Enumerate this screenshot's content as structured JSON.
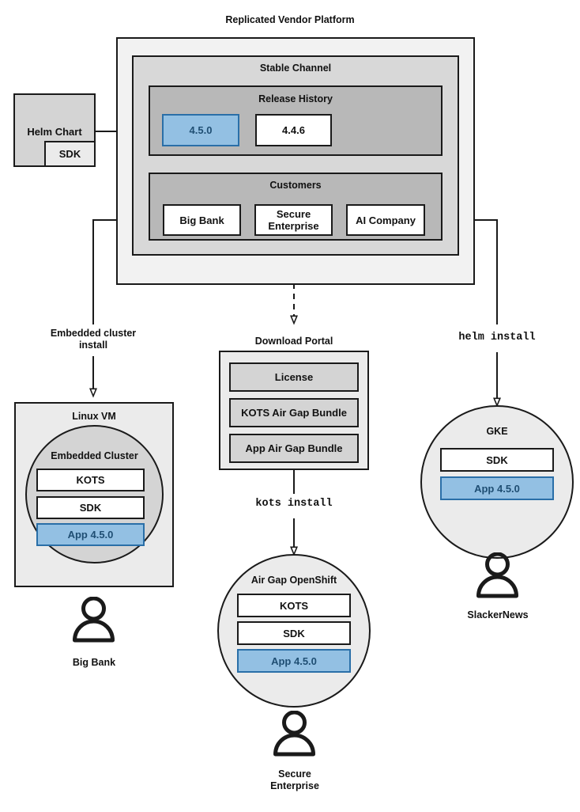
{
  "diagram": {
    "title": "Replicated Vendor Platform",
    "platform": {
      "channel_label": "Stable Channel",
      "release_history": {
        "label": "Release History",
        "releases": [
          {
            "version": "4.5.0",
            "highlighted": true
          },
          {
            "version": "4.4.6",
            "highlighted": false
          }
        ]
      },
      "customers": {
        "label": "Customers",
        "items": [
          "Big Bank",
          "Secure\nEnterprise",
          "AI Company"
        ]
      }
    },
    "helm_chart": {
      "label": "Helm Chart",
      "sub_label": "SDK"
    },
    "edges": {
      "embedded_install": "Embedded cluster\ninstall",
      "helm_install": "helm install",
      "kots_install": "kots install"
    },
    "linux_vm": {
      "label": "Linux VM",
      "cluster_label": "Embedded Cluster",
      "components": [
        {
          "label": "KOTS",
          "highlighted": false
        },
        {
          "label": "SDK",
          "highlighted": false
        },
        {
          "label": "App 4.5.0",
          "highlighted": true
        }
      ],
      "persona": "Big Bank"
    },
    "download_portal": {
      "label": "Download Portal",
      "items": [
        "License",
        "KOTS Air Gap Bundle",
        "App Air Gap Bundle"
      ]
    },
    "airgap_openshift": {
      "label": "Air Gap OpenShift",
      "components": [
        {
          "label": "KOTS",
          "highlighted": false
        },
        {
          "label": "SDK",
          "highlighted": false
        },
        {
          "label": "App 4.5.0",
          "highlighted": true
        }
      ],
      "persona": "Secure\nEnterprise"
    },
    "gke": {
      "label": "GKE",
      "components": [
        {
          "label": "SDK",
          "highlighted": false
        },
        {
          "label": "App 4.5.0",
          "highlighted": true
        }
      ],
      "persona": "SlackerNews"
    },
    "colors": {
      "accent_blue_fill": "#93c0e3",
      "accent_blue_border": "#2a6fa8",
      "accent_blue_text": "#1f4e73",
      "stroke": "#1a1a1a",
      "outer_fill": "#f2f2f2",
      "channel_fill": "#d8d8d8",
      "inner_fill": "#b8b8b8"
    }
  }
}
